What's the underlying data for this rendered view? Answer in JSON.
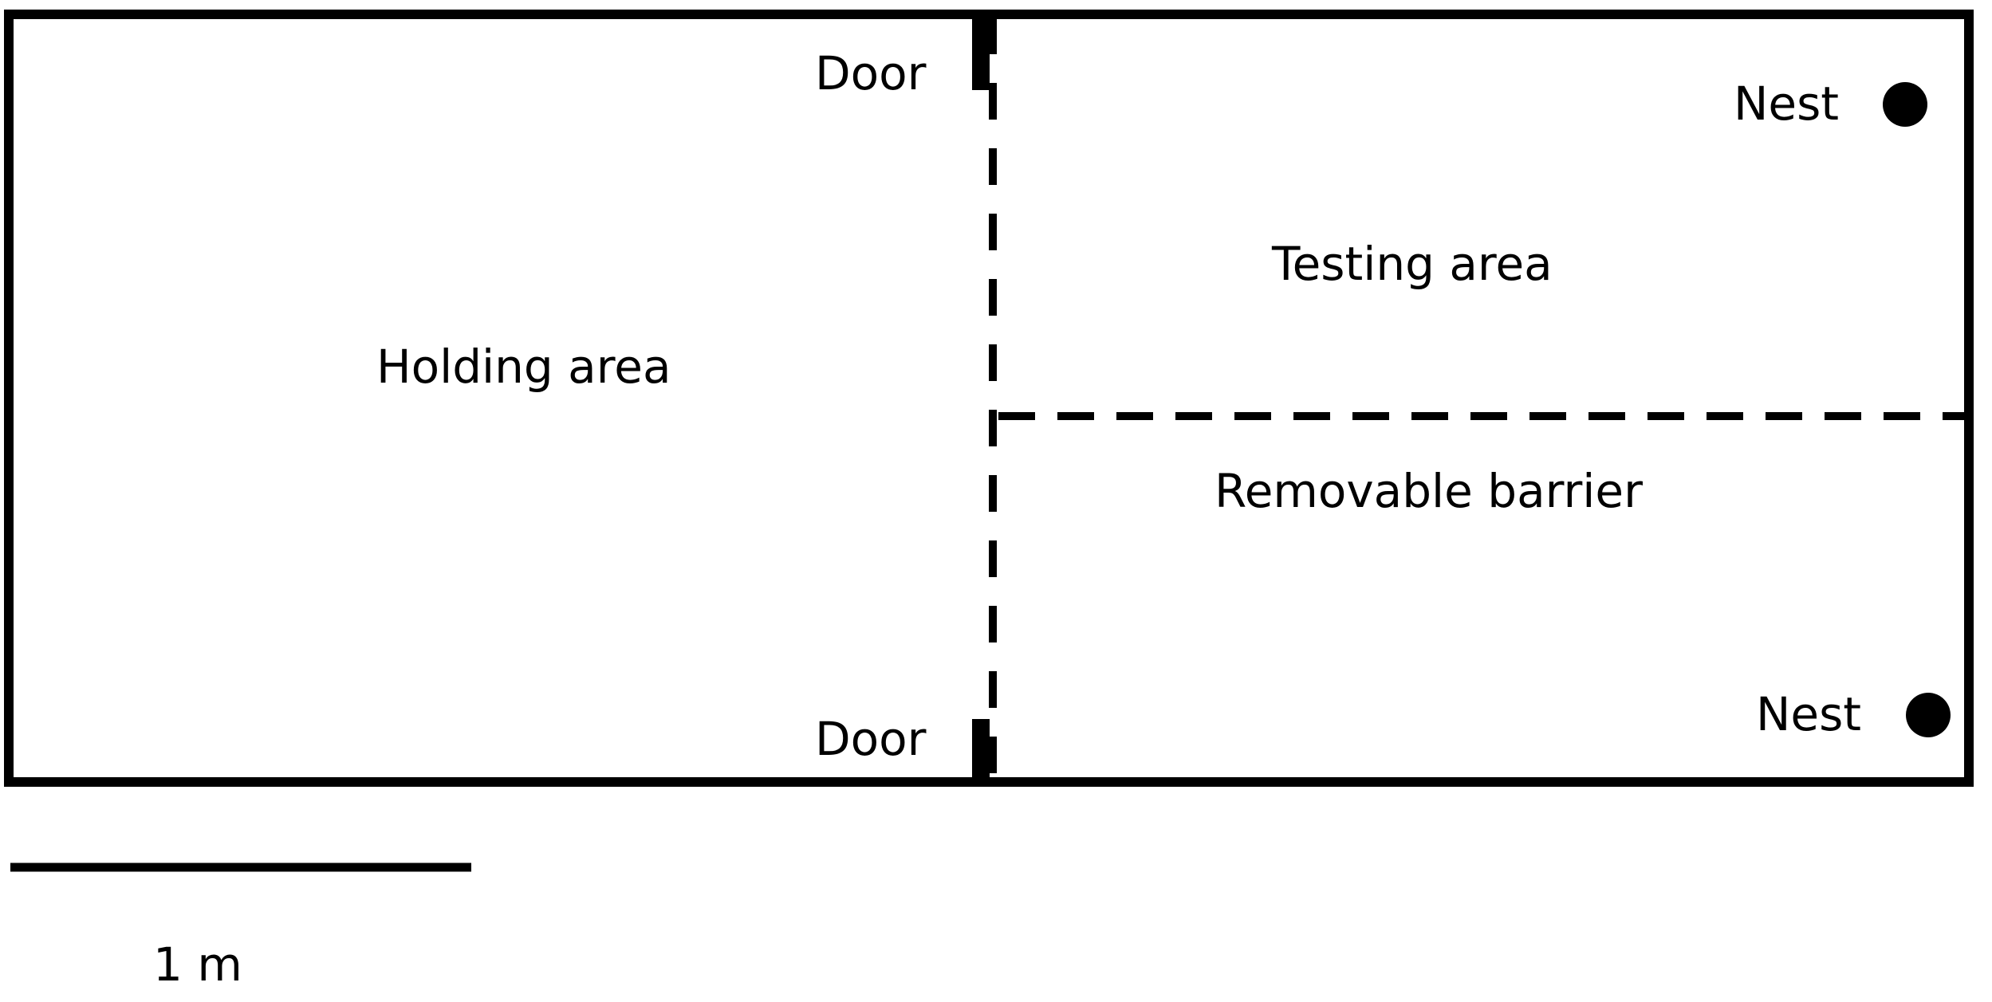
{
  "labels": {
    "door_top": "Door",
    "door_bottom": "Door",
    "nest_top": "Nest",
    "nest_bottom": "Nest",
    "testing_area": "Testing area",
    "holding_area": "Holding area",
    "removable_barrier": "Removable barrier",
    "scale_bar": "1 m"
  },
  "colors": {
    "stroke": "#000000",
    "background": "#ffffff"
  },
  "icons": {
    "nest_marker": "filled-circle"
  }
}
